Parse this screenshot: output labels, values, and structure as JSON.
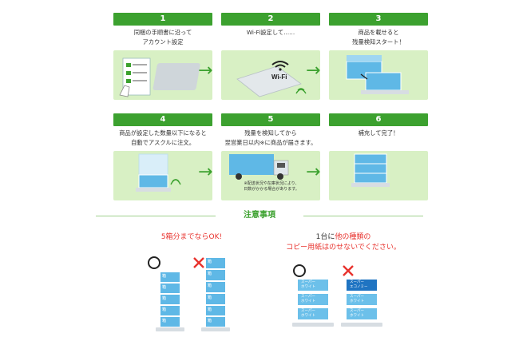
{
  "steps": [
    {
      "number": "1",
      "caption": "同梱の手順書に沿って\nアカウント設定"
    },
    {
      "number": "2",
      "caption": "Wi-Fi設定して......"
    },
    {
      "number": "3",
      "caption": "商品を載せると\n残量検知スタート！"
    },
    {
      "number": "4",
      "caption": "商品が設定した数量以下になると\n自動でアスクルに注文。"
    },
    {
      "number": "5",
      "caption": "残量を検知してから\n翌営業日以内※に商品が届きます。"
    },
    {
      "number": "6",
      "caption": "補充して完了！"
    }
  ],
  "wifi_label": "Wi-Fi",
  "truck_note": "※配送状況や在庫状況により、\n日数がかかる場合があります。",
  "notes": {
    "title": "注意事項",
    "left_caption_red": "5箱分までならOK!",
    "right_caption_line1": "1台に",
    "right_caption_red1": "他の種類の",
    "right_caption_red2": "コピー用紙はのせないでください。"
  },
  "box_label": "箱",
  "paper_labels": {
    "super_white": "スーパー\nホワイト",
    "super_eco": "スーパー\nエコノミー"
  },
  "colors": {
    "accent": "#3ca12f",
    "panel": "#d8f0c4",
    "box": "#5fb8e6",
    "warn": "#e8322d"
  },
  "icons": {
    "arrow": "arrow-right-icon",
    "ok": "circle-ok-icon",
    "ng": "cross-ng-icon",
    "wifi": "wifi-icon"
  }
}
